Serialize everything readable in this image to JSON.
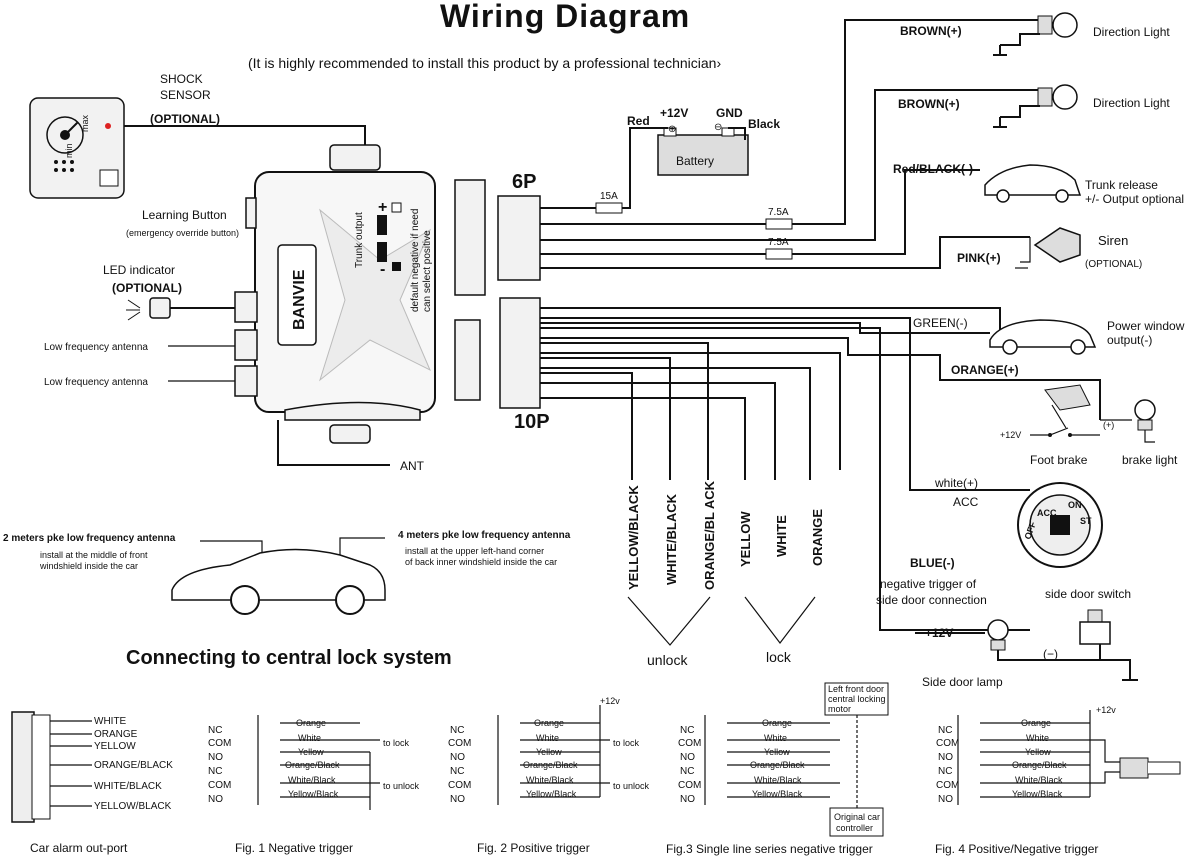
{
  "header": {
    "title": "Wiring Diagram",
    "note": "(It is highly recommended to install this product by a professional technician›"
  },
  "module": {
    "brand": "BANVIE",
    "shock_sensor": [
      "SHOCK",
      "SENSOR"
    ],
    "shock_optional": "(OPTIONAL)",
    "sensor_min": "min",
    "sensor_max": "max",
    "learning_button": "Learning Button",
    "learning_sub": "(emergency override button)",
    "led_indicator": "LED indicator",
    "led_optional": "(OPTIONAL)",
    "lf_antenna_1": "Low frequency antenna",
    "lf_antenna_2": "Low frequency antenna",
    "ant": "ANT",
    "trunk_output": "Trunk output",
    "plus": "+",
    "minus": "-",
    "default_note_1": "default negative if need",
    "default_note_2": "can select positive"
  },
  "connectors": {
    "p6": "6P",
    "p10": "10P"
  },
  "battery": {
    "label": "Battery",
    "red": "Red",
    "v12": "+12V",
    "gnd": "GND",
    "black": "Black",
    "plus": "⊕",
    "minus": "⊖"
  },
  "fuses": [
    "15A",
    "7.5A",
    "7.5A"
  ],
  "outputs": {
    "brown1": "BROWN(+)",
    "brown2": "BROWN(+)",
    "direction1": "Direction Light",
    "direction2": "Direction Light",
    "red_black": "Red/BLACK(-)",
    "trunk_release": "Trunk release",
    "trunk_output_opt": "+/- Output optional",
    "pink": "PINK(+)",
    "siren": "Siren",
    "siren_opt": "(OPTIONAL)",
    "green": "GREEN(-)",
    "power_window": "Power window",
    "power_window_out": "output(-)",
    "orange": "ORANGE(+)",
    "v12_small": "+12V",
    "plus_small": "(+)",
    "foot_brake": "Foot brake",
    "brake_light": "brake light",
    "white": "white(+)",
    "acc": "ACC",
    "ign_acc": "ACC",
    "ign_on": "ON",
    "ign_st": "ST",
    "ign_off": "OFF",
    "blue": "BLUE(-)",
    "neg_trigger": "negative trigger of",
    "side_door_conn": "side door connection",
    "side_door_switch": "side door switch",
    "v12_big": "+12V",
    "minus_paren": "(−)",
    "side_door_lamp": "Side door lamp"
  },
  "lock_wires": {
    "unlock_labels": [
      "YELLOW/BLACK",
      "WHITE/BLACK",
      "ORANGE/BL ACK"
    ],
    "lock_labels": [
      "YELLOW",
      "WHITE",
      "ORANGE"
    ],
    "unlock": "unlock",
    "lock": "lock"
  },
  "antenna_car": {
    "left_title": "2 meters pke low frequency antenna",
    "left_sub_1": "install at the  middle of front",
    "left_sub_2": "windshield inside the car",
    "right_title": "4 meters pke low frequency antenna",
    "right_sub_1": "install at the  upper left-hand corner",
    "right_sub_2": "of back inner windshield inside the car"
  },
  "central_lock": {
    "heading": "Connecting to central lock system",
    "port_wires": [
      "WHITE",
      "ORANGE",
      "YELLOW",
      "ORANGE/BLACK",
      "WHITE/BLACK",
      "YELLOW/BLACK"
    ],
    "port_caption": "Car alarm out-port",
    "pins": [
      "NC",
      "COM",
      "NO",
      "NC",
      "COM",
      "NO"
    ],
    "fig_wires": [
      "Orange",
      "White",
      "Yellow",
      "Orange/Black",
      "White/Black",
      "Yellow/Black"
    ],
    "to_lock": "to lock",
    "to_unlock": "to unlock",
    "plus12v": "+12v",
    "motor_label_1": "Left front door",
    "motor_label_2": "central locking",
    "motor_label_3": "motor",
    "orig_ctrl_1": "Original car",
    "orig_ctrl_2": "controller",
    "fig1": "Fig. 1  Negative trigger",
    "fig2": "Fig. 2  Positive trigger",
    "fig3": "Fig.3  Single line series negative trigger",
    "fig4": "Fig. 4  Positive/Negative trigger"
  }
}
